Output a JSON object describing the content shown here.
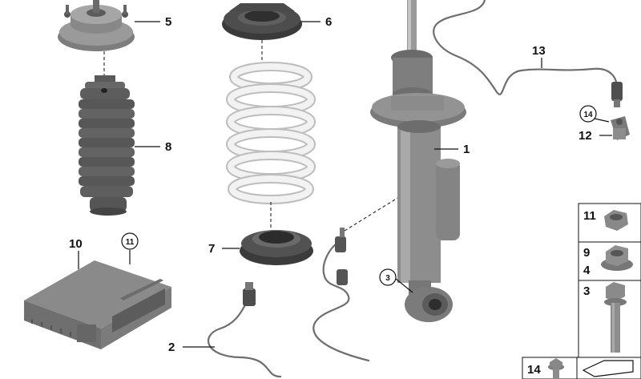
{
  "colors": {
    "part_gray": "#8e8e8e",
    "part_dark": "#4f4f4f",
    "spring": "#e9e9e9",
    "line": "#111111",
    "background": "#ffffff"
  },
  "callouts": {
    "p1": "1",
    "p2": "2",
    "p3": "3",
    "p5": "5",
    "p6": "6",
    "p7": "7",
    "p8": "8",
    "p10": "10",
    "p11": "11",
    "p12": "12",
    "p13": "13",
    "p14": "14"
  },
  "legend": {
    "row1": "11",
    "row2_top": "9",
    "row2_bottom": "4",
    "row3": "3",
    "row4": "14"
  },
  "icons": [
    "top-mount-icon",
    "spring-pad-icon",
    "coil-spring-icon",
    "dust-boot-icon",
    "control-unit-icon",
    "shock-absorber-icon",
    "sensor-cable-icon",
    "hex-nut-icon",
    "flange-nut-icon",
    "bolt-icon",
    "screw-icon",
    "arrow-icon"
  ]
}
